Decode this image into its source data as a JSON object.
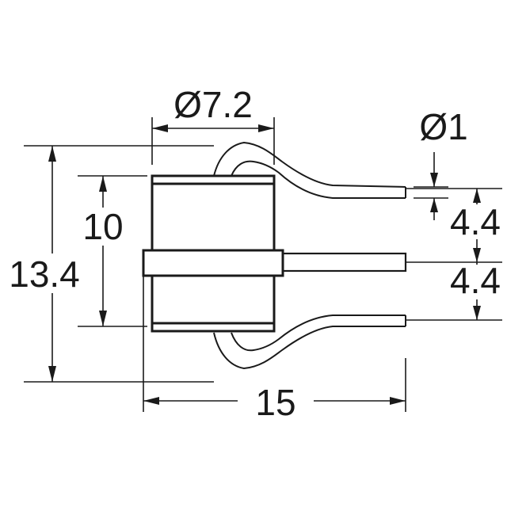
{
  "dimensions": {
    "body_diameter": "Ø7.2",
    "lead_diameter": "Ø1",
    "lead_pitch_top": "4.4",
    "lead_pitch_bottom": "4.4",
    "body_height": "10",
    "overall_height": "13.4",
    "overall_length": "15"
  }
}
